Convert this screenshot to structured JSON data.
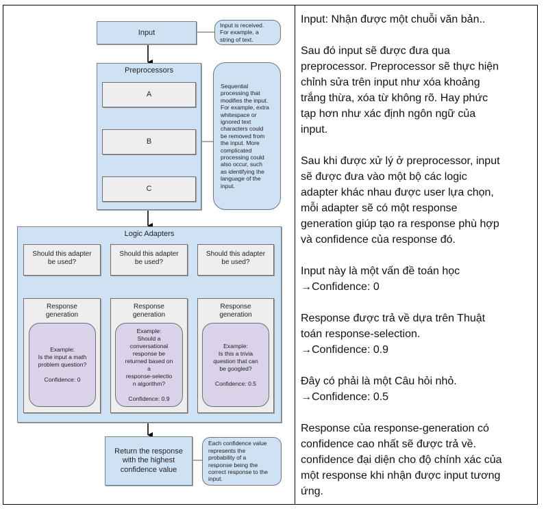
{
  "diagram": {
    "input": {
      "label": "Input",
      "note": "Input is received.\nFor example, a\nstring of text."
    },
    "preprocessors": {
      "title": "Preprocessors",
      "steps": [
        "A",
        "B",
        "C"
      ],
      "note": "Sequential\nprocessing that\nmodifies the input.\nFor example, extra\nwhitespace or\nignored text\ncharacters could\nbe removed from\nthe input. More\ncomplicated\nprocessing could\nalso occur, such\nas identifying the\nlanguage of the\ninput."
    },
    "logic_adapters": {
      "title": "Logic Adapters",
      "adapters": [
        {
          "question": "Should this adapter\nbe used?",
          "generation_label": "Response\ngeneration",
          "example": "Example:\nIs the input a math\nproblem question?\n\nConfidence: 0"
        },
        {
          "question": "Should this adapter\nbe used?",
          "generation_label": "Response\ngeneration",
          "example": "Example:\nShould a\nconversational\nresponse be\nreturned based on\na\nresponse-selectio\nn algorithm?\n\nConfidence: 0.9"
        },
        {
          "question": "Should this adapter\nbe used?",
          "generation_label": "Response\ngeneration",
          "example": "Example:\nIs this a trivia\nquestion that can\nbe googled?\n\nConfidence: 0.5"
        }
      ]
    },
    "output": {
      "label": "Return the response\nwith the highest\nconfidence value",
      "note": "Each confidence value\nrepresents the\nprobability of a\nresponse being the\ncorrect response to the\ninput."
    },
    "colors": {
      "container_fill": "#cfe2f3",
      "step_fill": "#eeeeee",
      "example_fill": "#d9d2e9",
      "arrow": "#000000"
    }
  },
  "explanation": {
    "paragraphs": [
      "Input: Nhận được một chuỗi văn bản..",
      "Sau đó input sẽ được đưa qua\npreprocessor. Preprocessor sẽ thực hiện\nchỉnh sửa trên input như xóa khoảng\ntrắng thừa, xóa từ không rõ. Hay phức\ntạp hơn như xác định ngôn ngữ của\ninput.",
      "Sau khi được xử lý ở preprocessor, input\nsẽ được đưa vào một bộ các logic\nadapter khác nhau được user lựa chọn,\nmỗi adapter sẽ có một response\ngeneration giúp tạo ra response phù hợp\nvà confidence của response đó.",
      "Input này là một vấn đề toán học\n→Confidence: 0",
      "Response được trả về dựa trên Thuật\ntoán response-selection.\n→Confidence: 0.9",
      "Đây có phải là một Câu hỏi nhỏ.\n→Confidence: 0.5",
      "Response của response-generation có\nconfidence cao nhất sẽ được trả về.\nconfidence đại diện cho độ chính xác của\nmột response khi nhận được input tương\nứng."
    ]
  }
}
